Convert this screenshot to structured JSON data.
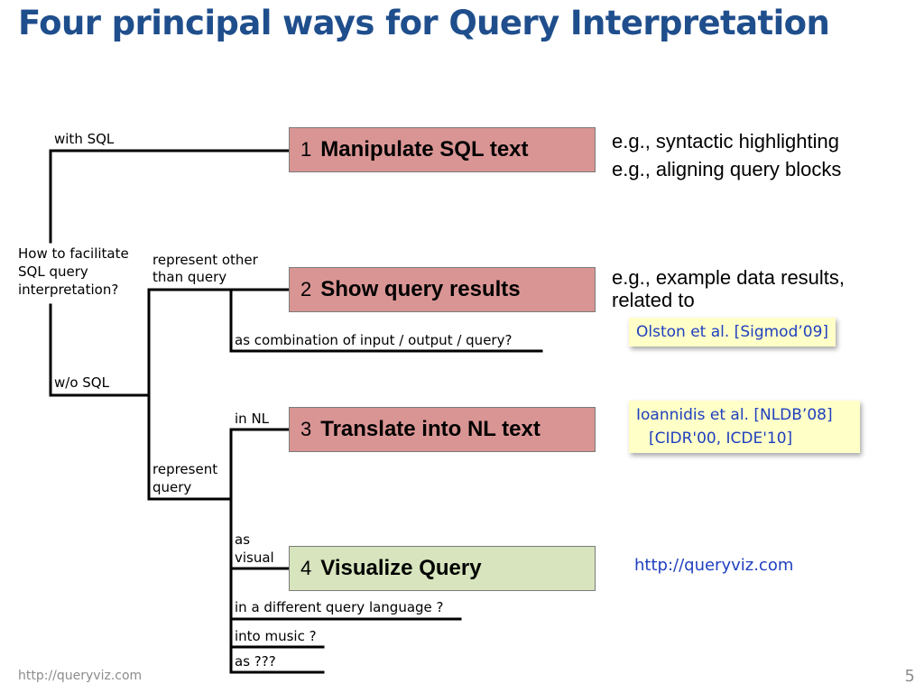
{
  "title": "Four principal ways for Query Interpretation",
  "tree": {
    "with_sql": "with SQL",
    "root": [
      "How to facilitate",
      "SQL query",
      "interpretation?"
    ],
    "wo_sql": "w/o SQL",
    "represent_other": [
      "represent other",
      "than query"
    ],
    "as_combination": "as combination of input / output / query?",
    "represent_query": [
      "represent",
      "query"
    ],
    "in_nl": "in NL",
    "as_visual": [
      "as",
      "visual"
    ],
    "in_different_language": "in a different query language ?",
    "into_music": "into music ?",
    "as_unknown": "as ???"
  },
  "boxes": [
    {
      "num": "1",
      "label": "Manipulate SQL text",
      "color": "#d99594"
    },
    {
      "num": "2",
      "label": "Show query results",
      "color": "#d99594"
    },
    {
      "num": "3",
      "label": "Translate into NL text",
      "color": "#d99594"
    },
    {
      "num": "4",
      "label": "Visualize Query",
      "color": "#d7e4bd"
    }
  ],
  "examples": {
    "box1": [
      "e.g., syntactic highlighting",
      "e.g., aligning query blocks"
    ],
    "box2": [
      "e.g., example data results,",
      "related to"
    ]
  },
  "notes": {
    "olston": "Olston et al. [Sigmod’09]",
    "ioannidis": [
      "Ioannidis et al. [NLDB’08]",
      "[CIDR'00, ICDE'10]"
    ]
  },
  "link": "http://queryviz.com",
  "footer": "http://queryviz.com",
  "page_number": "5",
  "colors": {
    "title": "#1f4e8c",
    "link": "#1f3fbf",
    "note_bg": "#ffffc8"
  }
}
